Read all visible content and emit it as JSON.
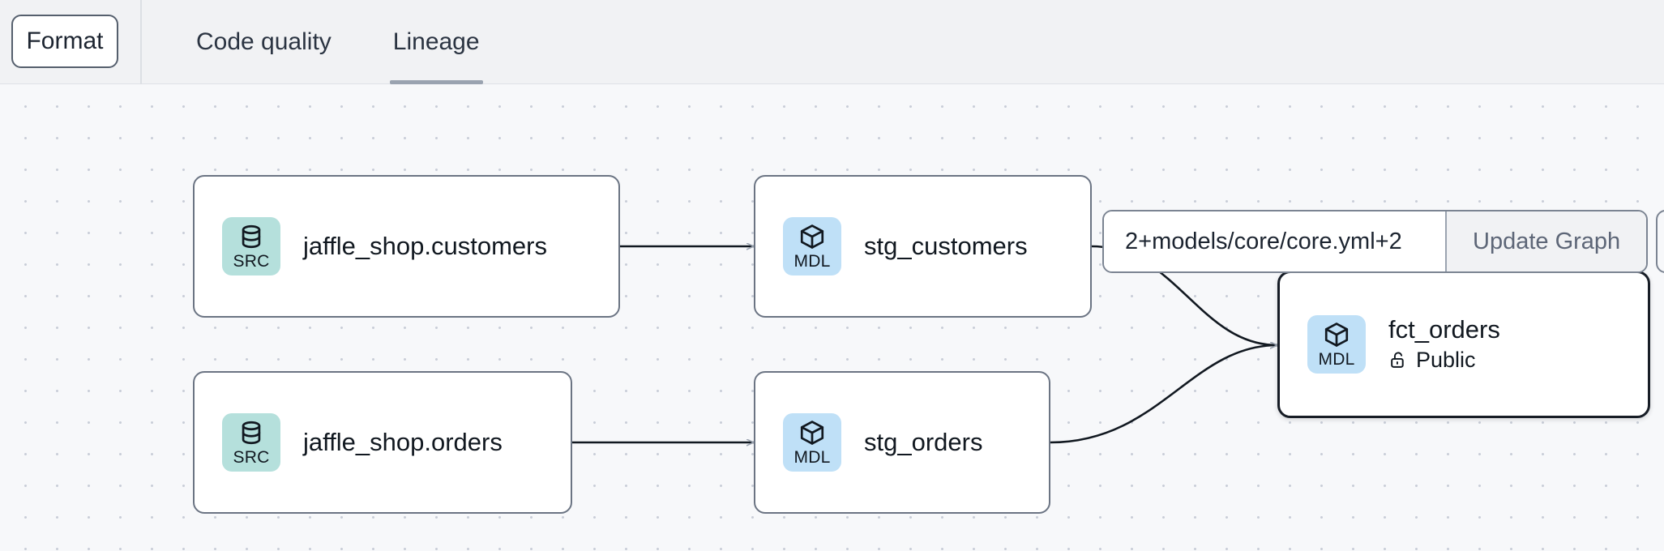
{
  "header": {
    "format_button": "Format",
    "tabs": [
      {
        "label": "Code quality",
        "active": false
      },
      {
        "label": "Lineage",
        "active": true
      }
    ]
  },
  "toolbar": {
    "selector_value": "2+models/core/core.yml+2",
    "selector_placeholder": "2+models/core/core.yml+2",
    "update_button": "Update Graph"
  },
  "graph": {
    "nodes": [
      {
        "id": "jaffle_shop_customers",
        "title": "jaffle_shop.customers",
        "badge_type": "SRC",
        "badge_icon": "database-icon",
        "badge_color": "#b5e0dc",
        "subtitle": null,
        "selected": false
      },
      {
        "id": "jaffle_shop_orders",
        "title": "jaffle_shop.orders",
        "badge_type": "SRC",
        "badge_icon": "database-icon",
        "badge_color": "#b5e0dc",
        "subtitle": null,
        "selected": false
      },
      {
        "id": "stg_customers",
        "title": "stg_customers",
        "badge_type": "MDL",
        "badge_icon": "cube-icon",
        "badge_color": "#bfe0f7",
        "subtitle": null,
        "selected": false
      },
      {
        "id": "stg_orders",
        "title": "stg_orders",
        "badge_type": "MDL",
        "badge_icon": "cube-icon",
        "badge_color": "#bfe0f7",
        "subtitle": null,
        "selected": false
      },
      {
        "id": "fct_orders",
        "title": "fct_orders",
        "badge_type": "MDL",
        "badge_icon": "cube-icon",
        "badge_color": "#bfe0f7",
        "subtitle": "Public",
        "subtitle_icon": "unlock-icon",
        "selected": true
      }
    ],
    "background_color": "#f7f8fa",
    "edge_color": "#111820"
  }
}
